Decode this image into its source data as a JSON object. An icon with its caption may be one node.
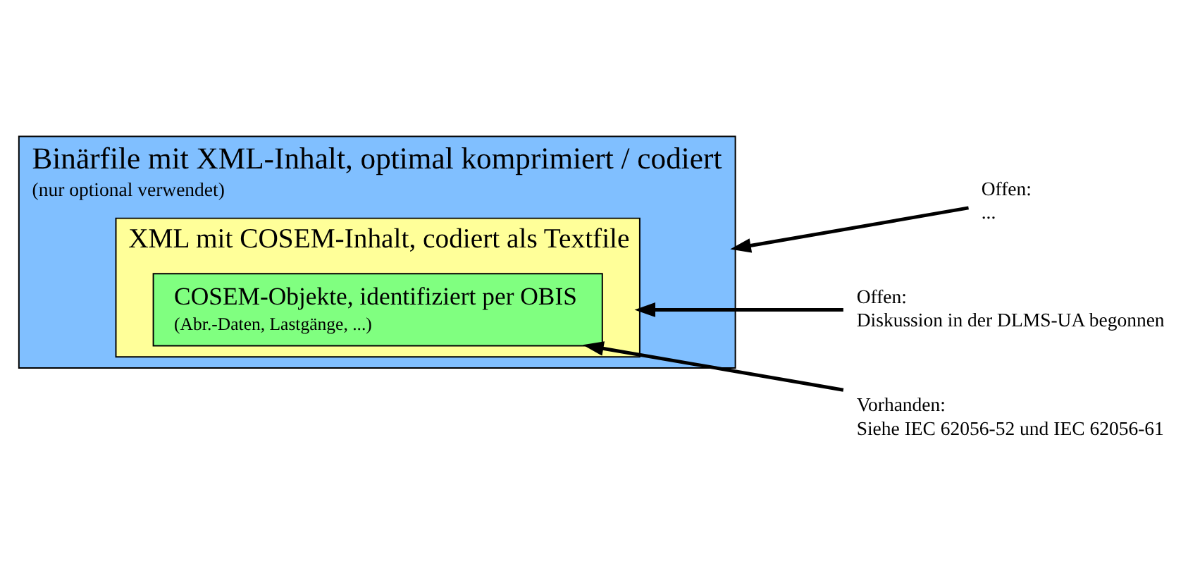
{
  "diagram": {
    "nodes": [
      {
        "text": [
          "Binärfile mit XML-Inhalt, optimal komprimiert / codiert",
          "(nur optional verwendet)"
        ]
      },
      {
        "text": [
          "XML mit COSEM-Inhalt, codiert als Textfile"
        ],
        "in": 0
      },
      {
        "text": [
          "COSEM-Objekte, identifiziert per OBIS",
          "(Abr.-Daten, Lastgänge, ...)"
        ],
        "in": 1
      },
      {
        "text": [
          "Offen:",
          "..."
        ]
      },
      {
        "text": [
          "Offen:",
          "Diskussion in der DLMS-UA begonnen"
        ]
      },
      {
        "text": [
          "Vorhanden:",
          "Siehe IEC 62056-52 und IEC 62056-61"
        ]
      }
    ],
    "edges": [
      {
        "from": 3,
        "to": 0,
        "arrow": "to"
      },
      {
        "from": 4,
        "to": 1,
        "arrow": "to"
      },
      {
        "from": 5,
        "to": 2,
        "arrow": "to"
      }
    ]
  }
}
